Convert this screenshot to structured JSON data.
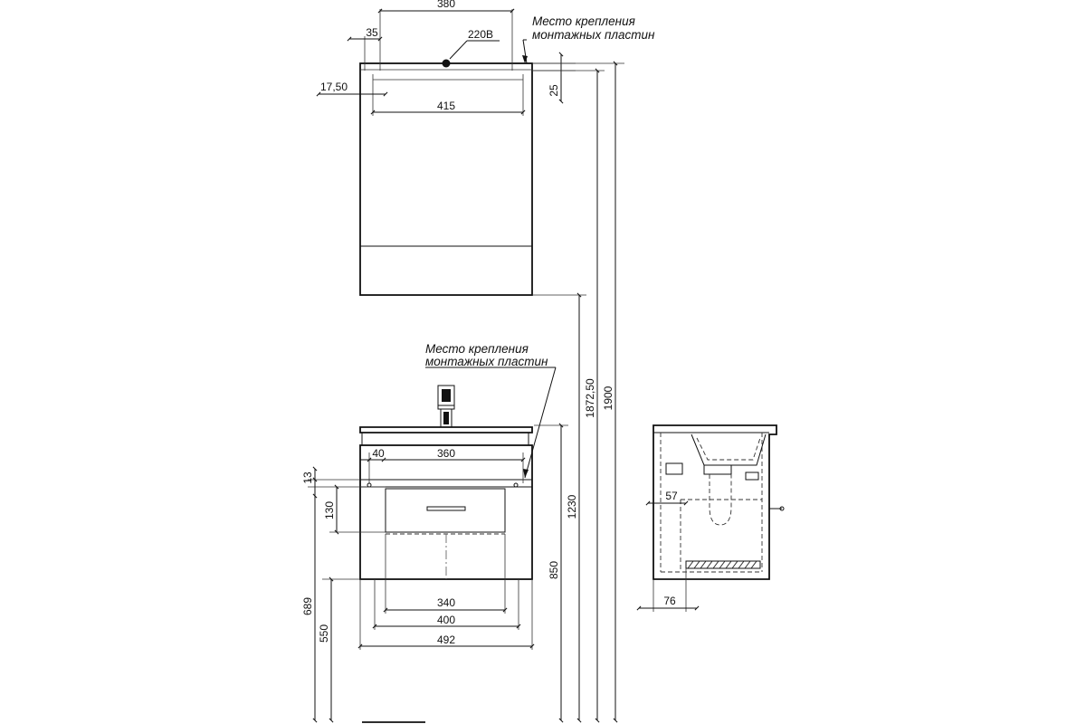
{
  "notes": {
    "mount_top_line1": "Место крепления",
    "mount_top_line2": "монтажных пластин",
    "mount_mid_line1": "Место крепления",
    "mount_mid_line2": "монтажных пластин"
  },
  "dims": {
    "mirror_380": "380",
    "mirror_35": "35",
    "mirror_220v": "220В",
    "mirror_17_50": "17,50",
    "mirror_415": "415",
    "mirror_25": "25",
    "height_1872_50": "1872,50",
    "height_1900": "1900",
    "height_1230": "1230",
    "height_850": "850",
    "cab_40": "40",
    "cab_360": "360",
    "cab_13": "13",
    "cab_130": "130",
    "cab_689": "689",
    "cab_550": "550",
    "cab_340": "340",
    "cab_400": "400",
    "cab_492": "492",
    "side_57": "57",
    "side_76": "76"
  }
}
